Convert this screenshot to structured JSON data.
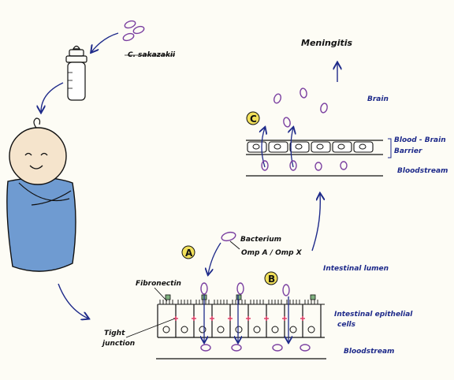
{
  "labels": {
    "organism": "C. sakazakii",
    "meningitis": "Meningitis",
    "brain": "Brain",
    "bbb_line1": "Blood - Brain",
    "bbb_line2": "Barrier",
    "bloodstream_top": "Bloodstream",
    "bacterium": "Bacterium",
    "omp": "Omp A / Omp X",
    "intestinal_lumen": "Intestinal lumen",
    "fibronectin": "Fibronectin",
    "epithelial_line1": "Intestinal epithelial",
    "epithelial_line2": "cells",
    "tight_line1": "Tight",
    "tight_line2": "junction",
    "bloodstream_bottom": "Bloodstream",
    "step_a": "A",
    "step_b": "B",
    "step_c": "C"
  },
  "colors": {
    "background": "#fdfcf5",
    "bacteria": "#7a3fa0",
    "arrows": "#1e2a8a",
    "blanket": "#6f9bd1",
    "skin": "#f5e4cc",
    "step_circle": "#f1e05a",
    "tight_junction": "#e0406a",
    "fibronectin": "#7fb07f"
  }
}
